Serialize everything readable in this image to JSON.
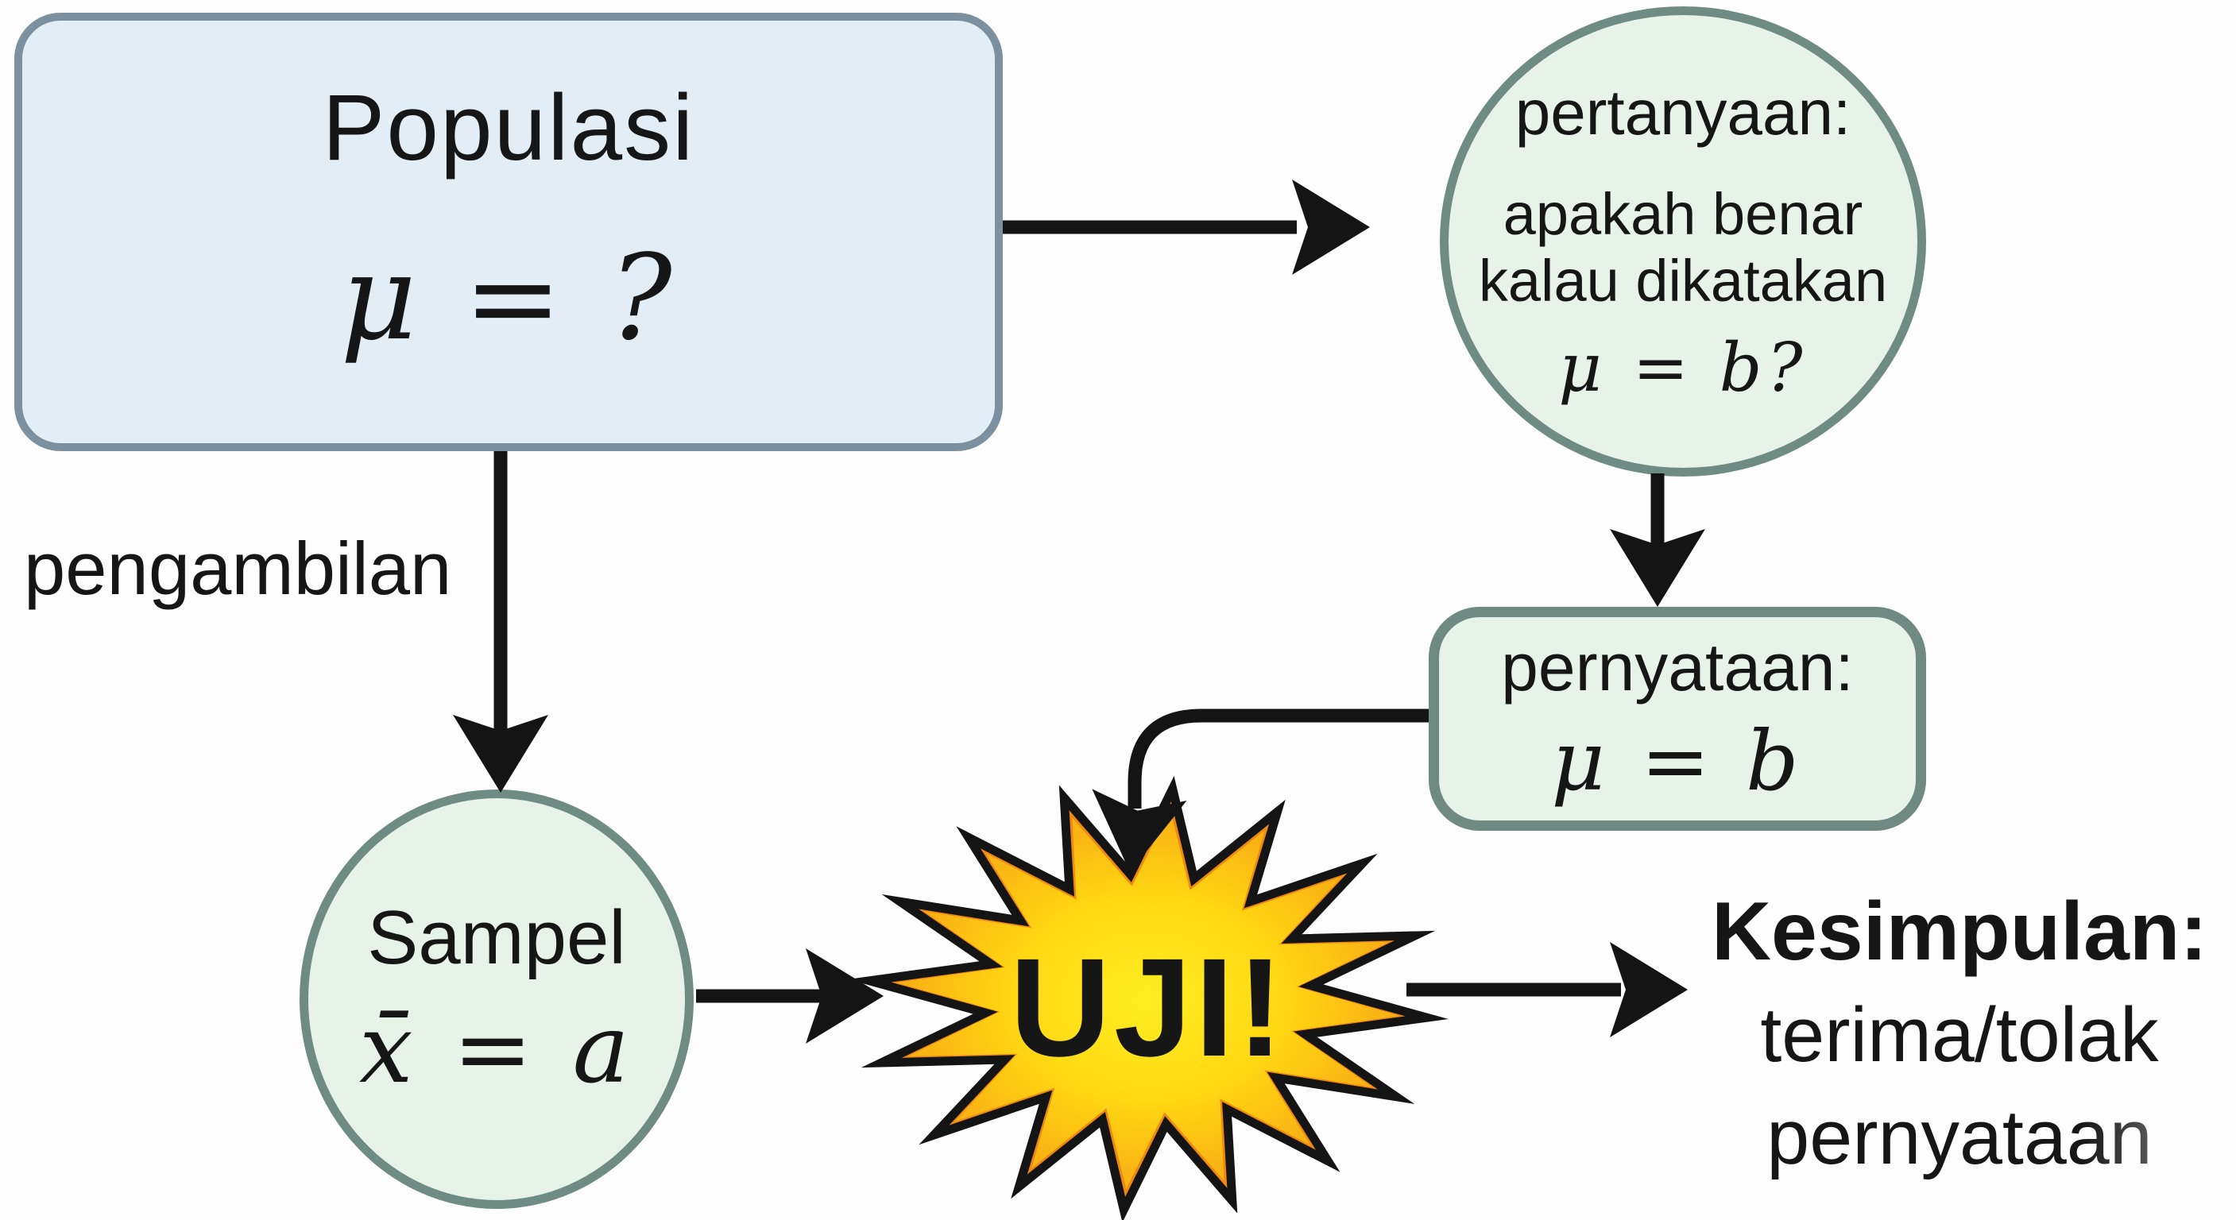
{
  "populasi": {
    "title": "Populasi",
    "formula": "μ = ?"
  },
  "pengambilan_label": "pengambilan",
  "pertanyaan": {
    "title": "pertanyaan:",
    "line1": "apakah benar",
    "line2": "kalau dikatakan",
    "formula": "μ = b?"
  },
  "pernyataan": {
    "title": "pernyataan:",
    "formula": "μ = b"
  },
  "sampel": {
    "title": "Sampel",
    "formula": "x̄ = a"
  },
  "uji": {
    "label": "UJI!"
  },
  "kesimpulan": {
    "title": "Kesimpulan:",
    "line1": "terima/tolak",
    "line2": "pernyataan"
  },
  "colors": {
    "populasi_fill": "#e3edf5",
    "populasi_border": "#7b91a1",
    "node_fill": "#e7f2e9",
    "node_border": "#6e8c84",
    "star_orange": "#ee8812",
    "star_yellow_center": "#ffe818",
    "ink": "#141414"
  }
}
